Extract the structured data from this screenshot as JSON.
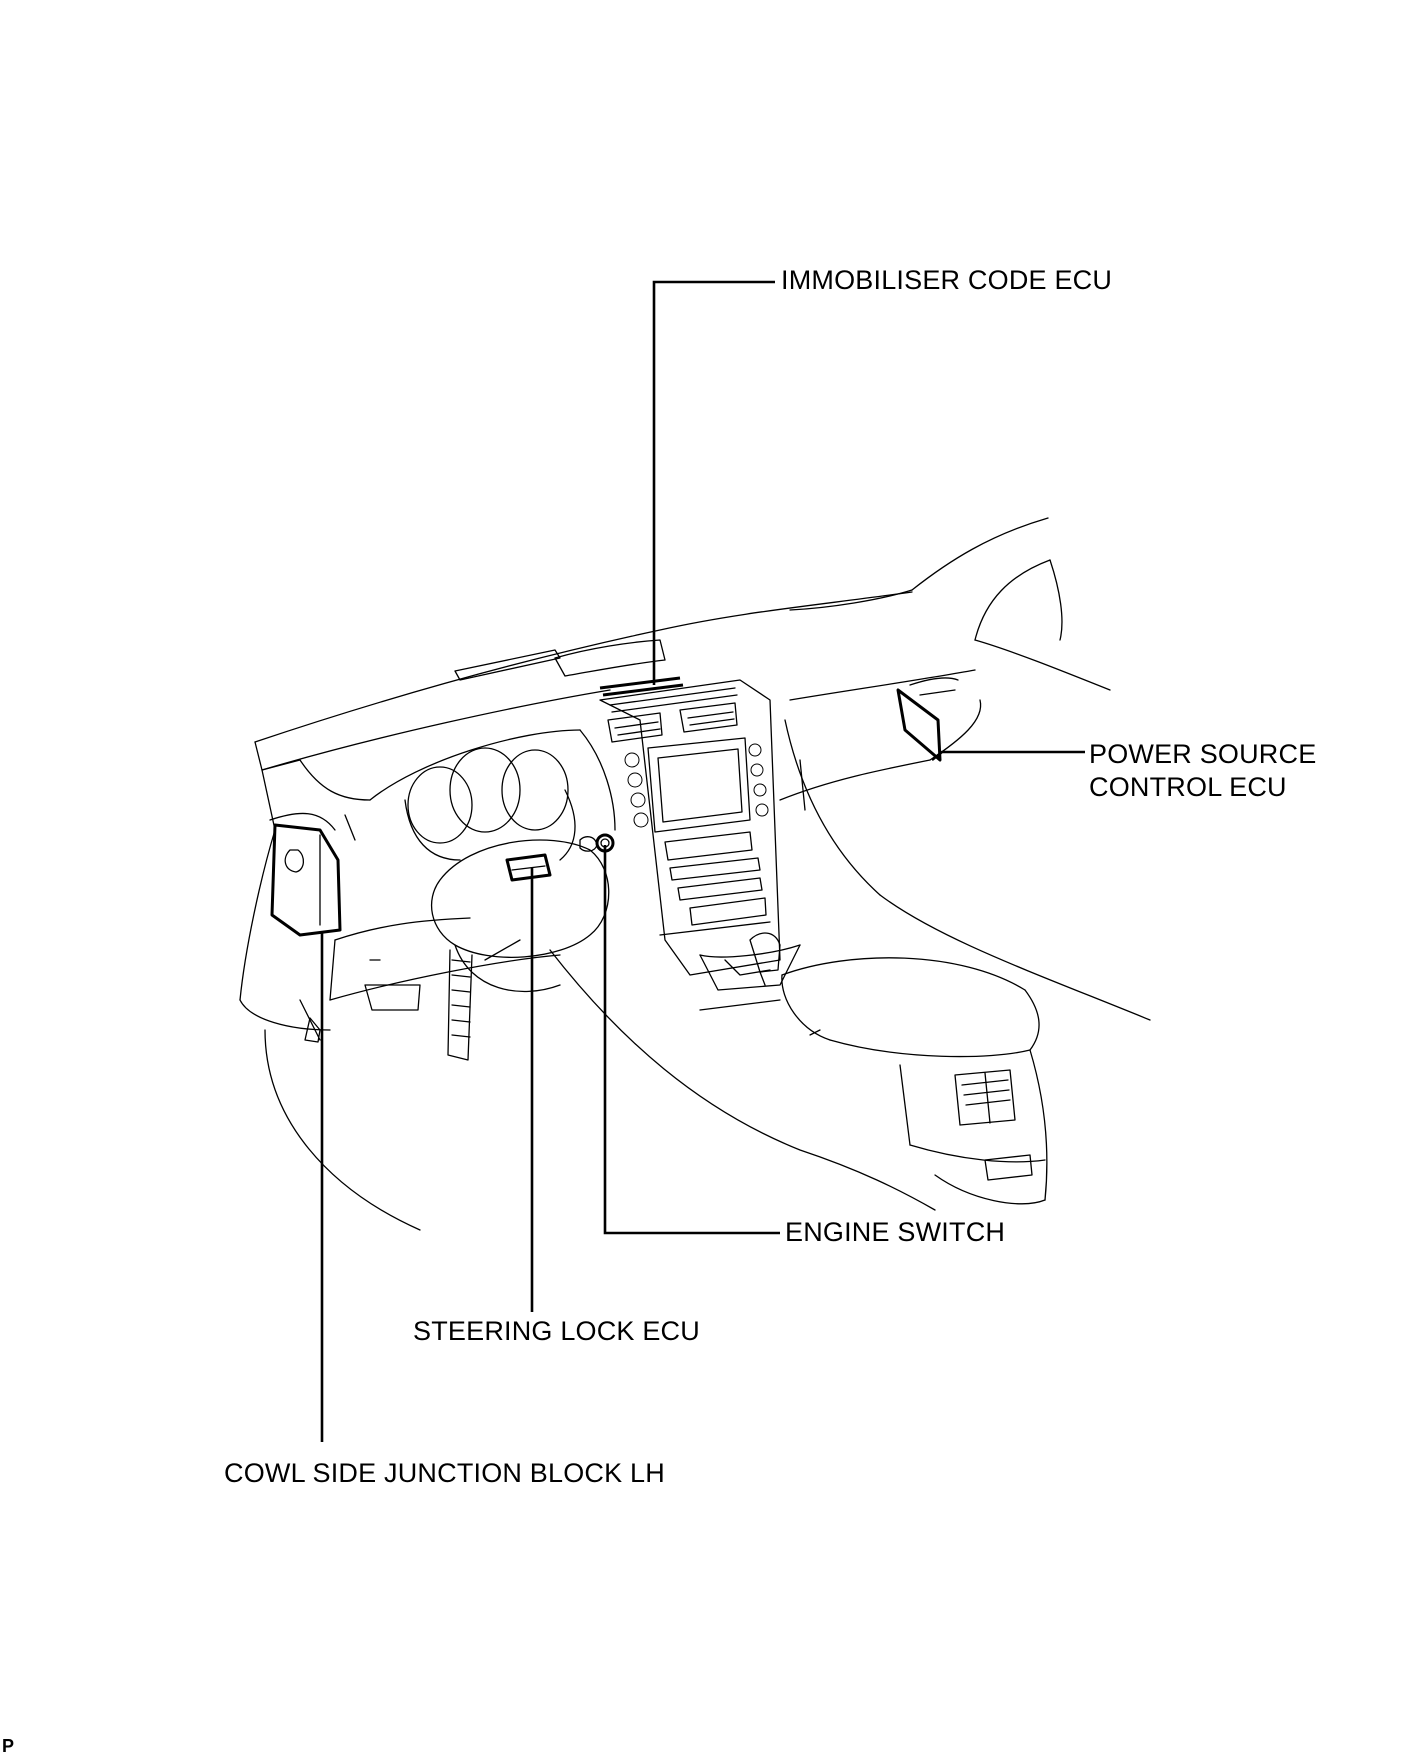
{
  "labels": {
    "immobiliser": "IMMOBILISER CODE ECU",
    "power_source_line1": "POWER SOURCE",
    "power_source_line2": "CONTROL ECU",
    "engine_switch": "ENGINE SWITCH",
    "steering_lock": "STEERING LOCK ECU",
    "cowl_side": "COWL SIDE JUNCTION BLOCK LH"
  },
  "corner_mark": "P",
  "colors": {
    "line": "#000000",
    "background": "#ffffff"
  }
}
